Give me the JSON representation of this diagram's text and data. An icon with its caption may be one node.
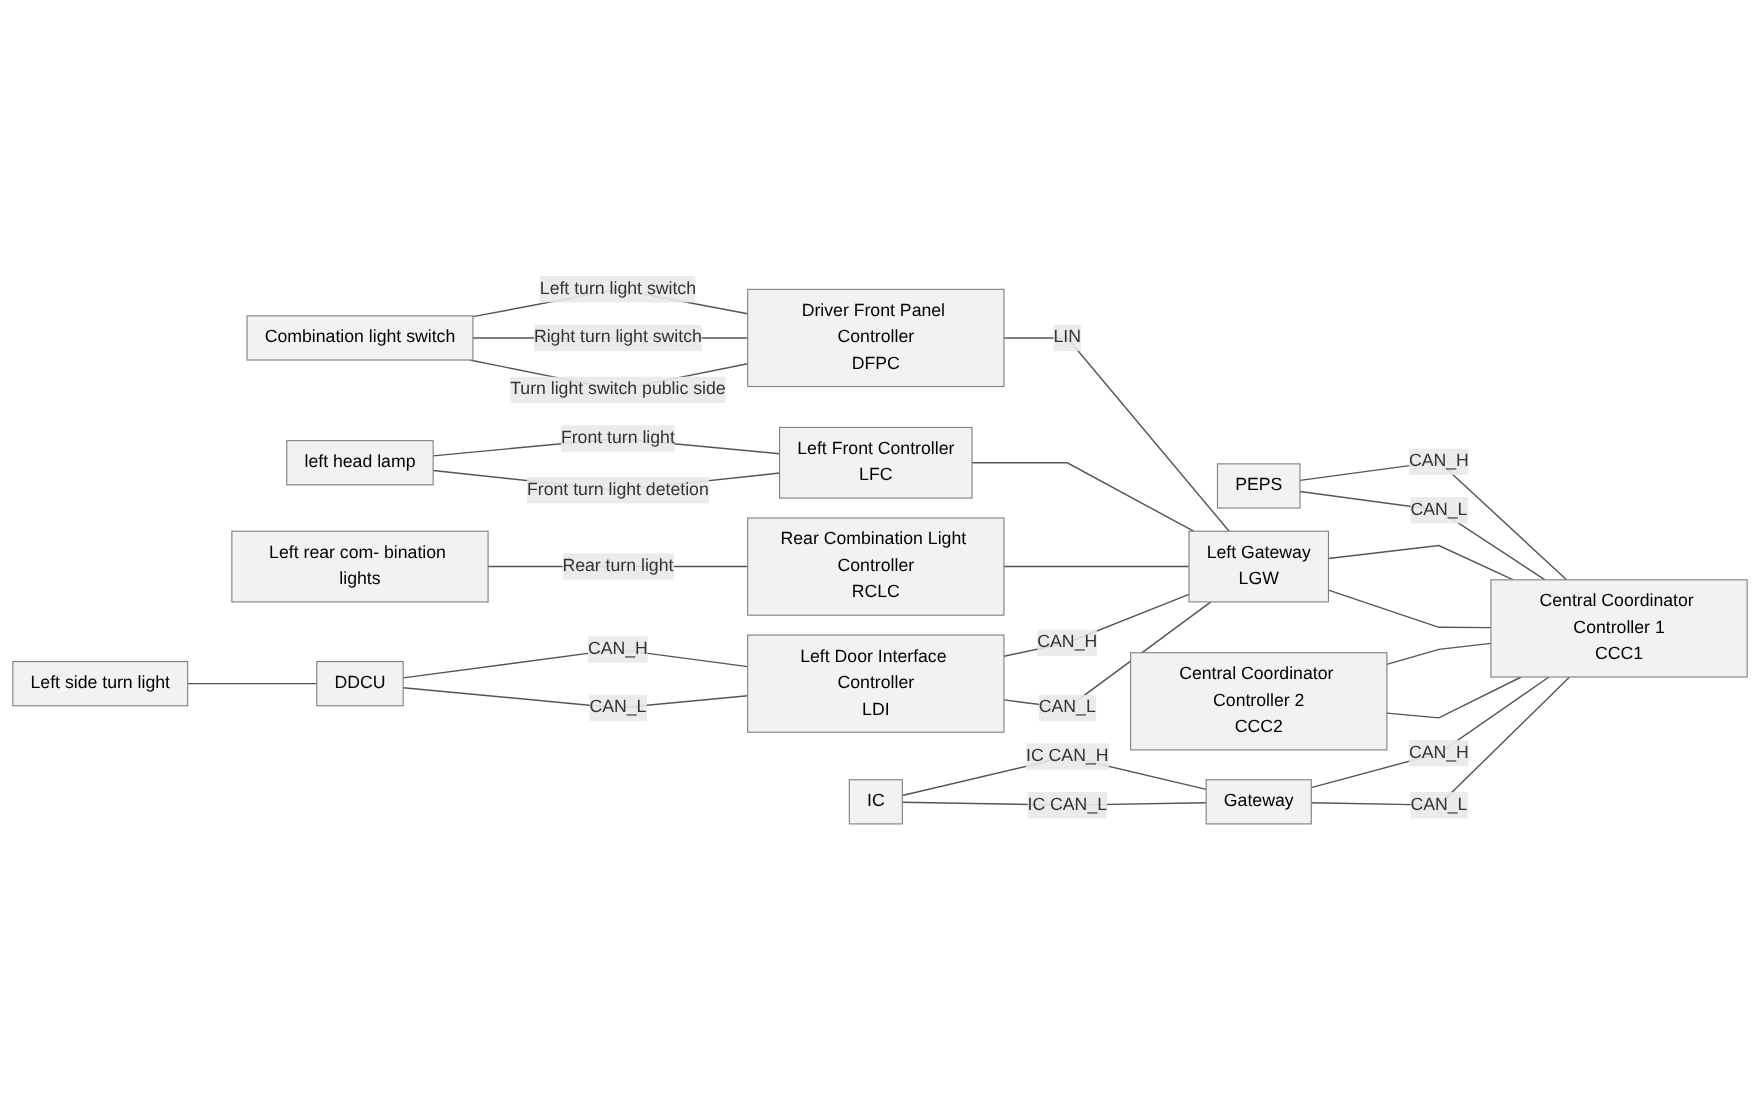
{
  "diagram": {
    "nodes": [
      {
        "text": [
          "PEPS"
        ]
      },
      {
        "text": [
          "Central Coordinator Controller 1",
          "CCC1"
        ]
      },
      {
        "text": [
          "Combination light switch"
        ]
      },
      {
        "text": [
          "Driver Front Panel Controller",
          "DFPC"
        ]
      },
      {
        "text": [
          "Left Gateway",
          "LGW"
        ]
      },
      {
        "text": [
          "left head lamp"
        ]
      },
      {
        "text": [
          "Left Front Controller",
          "LFC"
        ]
      },
      {
        "text": [
          "Central Coordinator Controller 2",
          "CCC2"
        ]
      },
      {
        "text": [
          "Left rear com- bination lights"
        ]
      },
      {
        "text": [
          "Rear Combination Light Controller",
          "RCLC"
        ]
      },
      {
        "text": [
          "Left side turn light"
        ]
      },
      {
        "text": [
          "DDCU"
        ]
      },
      {
        "text": [
          "Left Door Interface Controller",
          "LDI"
        ]
      },
      {
        "text": [
          "IC"
        ]
      },
      {
        "text": [
          "Gateway"
        ]
      }
    ],
    "edges": [
      {
        "from": 0,
        "to": 1,
        "arrow": "none",
        "label": "CAN_H"
      },
      {
        "from": 0,
        "to": 1,
        "arrow": "none",
        "label": "CAN_L"
      },
      {
        "from": 2,
        "to": 3,
        "arrow": "none",
        "label": "Left turn light switch"
      },
      {
        "from": 2,
        "to": 3,
        "arrow": "none",
        "label": "Right turn light switch"
      },
      {
        "from": 2,
        "to": 3,
        "arrow": "none",
        "label": "Turn light switch public side"
      },
      {
        "from": 3,
        "to": 4,
        "arrow": "none",
        "label": "LIN"
      },
      {
        "from": 6,
        "to": 4,
        "arrow": "none"
      },
      {
        "from": 9,
        "to": 4,
        "arrow": "none"
      },
      {
        "from": 4,
        "to": 1,
        "arrow": "none"
      },
      {
        "from": 4,
        "to": 1,
        "arrow": "none"
      },
      {
        "from": 5,
        "to": 6,
        "arrow": "none",
        "label": "Front turn light"
      },
      {
        "from": 5,
        "to": 6,
        "arrow": "none",
        "label": "Front turn light detetion"
      },
      {
        "from": 7,
        "to": 1,
        "arrow": "none"
      },
      {
        "from": 7,
        "to": 1,
        "arrow": "none"
      },
      {
        "from": 8,
        "to": 9,
        "arrow": "none",
        "label": "Rear turn light"
      },
      {
        "from": 10,
        "to": 11,
        "arrow": "none"
      },
      {
        "from": 11,
        "to": 12,
        "arrow": "none",
        "label": "CAN_H"
      },
      {
        "from": 11,
        "to": 12,
        "arrow": "none",
        "label": "CAN_L"
      },
      {
        "from": 12,
        "to": 4,
        "arrow": "none",
        "label": "CAN_H"
      },
      {
        "from": 12,
        "to": 4,
        "arrow": "none",
        "label": "CAN_L"
      },
      {
        "from": 13,
        "to": 14,
        "arrow": "none",
        "label": "IC CAN_H"
      },
      {
        "from": 13,
        "to": 14,
        "arrow": "none",
        "label": "IC CAN_L"
      },
      {
        "from": 14,
        "to": 1,
        "arrow": "none",
        "label": "CAN_H"
      },
      {
        "from": 14,
        "to": 1,
        "arrow": "none",
        "label": "CAN_L"
      }
    ]
  }
}
